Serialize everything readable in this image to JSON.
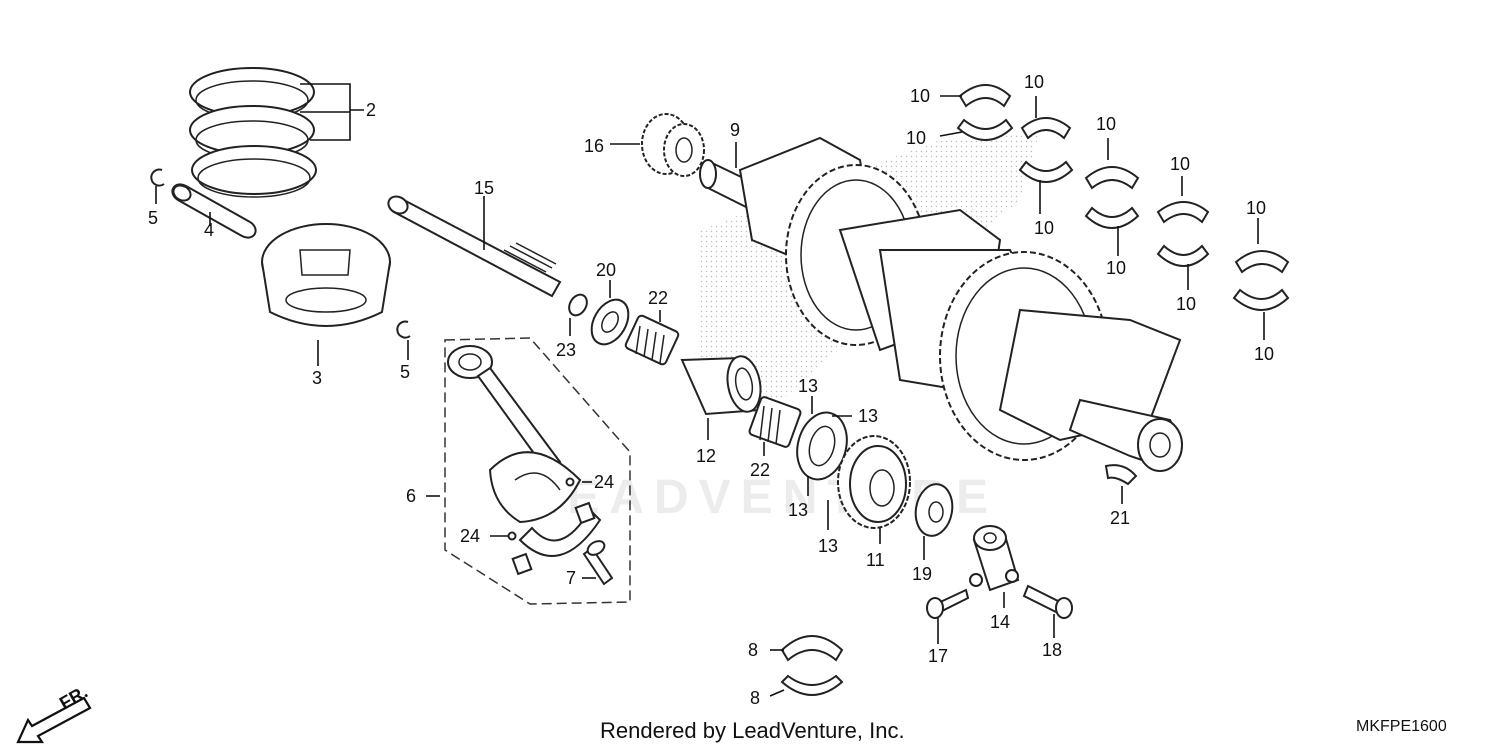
{
  "watermark": "LEADVENTURE",
  "footer": {
    "credit": "Rendered by LeadVenture, Inc.",
    "diagram_code": "MKFPE1600",
    "direction_label": "FR."
  },
  "callouts": {
    "c2": "2",
    "c3": "3",
    "c4": "4",
    "c5a": "5",
    "c5b": "5",
    "c6": "6",
    "c7": "7",
    "c8a": "8",
    "c8b": "8",
    "c9": "9",
    "c10a": "10",
    "c10b": "10",
    "c10c": "10",
    "c10d": "10",
    "c10e": "10",
    "c10f": "10",
    "c10g": "10",
    "c10h": "10",
    "c10i": "10",
    "c10j": "10",
    "c11": "11",
    "c12": "12",
    "c13a": "13",
    "c13b": "13",
    "c13c": "13",
    "c13d": "13",
    "c14": "14",
    "c15": "15",
    "c16": "16",
    "c17": "17",
    "c18": "18",
    "c19": "19",
    "c20": "20",
    "c21": "21",
    "c22a": "22",
    "c22b": "22",
    "c23": "23",
    "c24a": "24",
    "c24b": "24"
  }
}
